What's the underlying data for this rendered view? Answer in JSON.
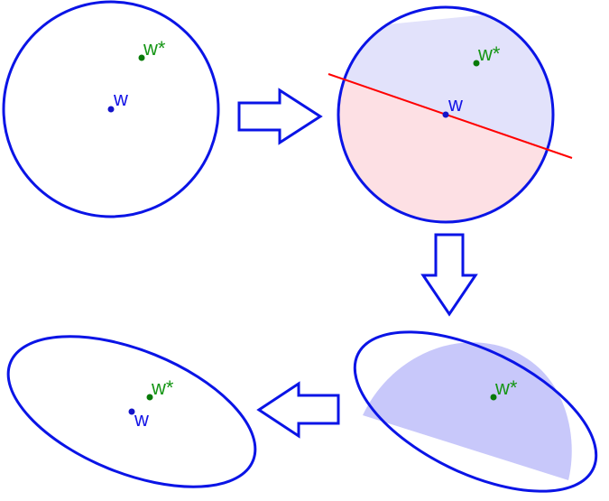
{
  "colors": {
    "outline": "#0a14e6",
    "upper_half_fill": "#e2e2fb",
    "lower_half_fill": "#fde0e4",
    "cut_line": "#ff0000",
    "kept_region_fill": "#c8c8fa",
    "point_w": "#1414c8",
    "point_w_star": "#087a08",
    "label_w": "#1414e6",
    "label_w_star": "#169616"
  },
  "labels": {
    "panel1": {
      "w": "w",
      "w_star": "w*"
    },
    "panel2": {
      "w": "w",
      "w_star": "w*"
    },
    "panel3": {
      "w_star": "w*"
    },
    "panel4": {
      "w": "w",
      "w_star": "w*"
    }
  },
  "arrows": [
    {
      "id": "arrow-right",
      "direction": "right"
    },
    {
      "id": "arrow-down",
      "direction": "down"
    },
    {
      "id": "arrow-left",
      "direction": "left"
    }
  ]
}
